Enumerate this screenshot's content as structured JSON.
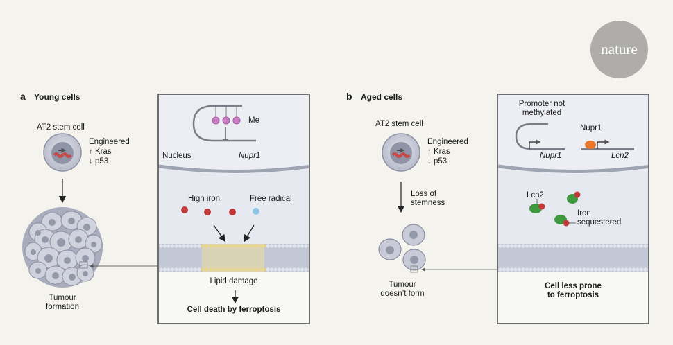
{
  "logo": {
    "text": "nature"
  },
  "panel_a": {
    "letter": "a",
    "title": "Young cells",
    "stem_cell_label": "AT2 stem cell",
    "engineered": "Engineered",
    "kras": "↑ Kras",
    "p53": "↓ p53",
    "outcome": [
      "Tumour",
      "formation"
    ],
    "inset": {
      "methyl_label": "Me",
      "nucleus_label": "Nucleus",
      "gene_label": "Nupr1",
      "high_iron_label": "High iron",
      "free_radical_label": "Free radical",
      "lipid_damage_label": "Lipid damage",
      "result_label": "Cell death by ferroptosis"
    }
  },
  "panel_b": {
    "letter": "b",
    "title": "Aged cells",
    "stem_cell_label": "AT2 stem cell",
    "engineered": "Engineered",
    "kras": "↑ Kras",
    "p53": "↓ p53",
    "arrow_label": [
      "Loss of",
      "stemness"
    ],
    "outcome": [
      "Tumour",
      "doesn’t form"
    ],
    "inset": {
      "promoter_label": [
        "Promoter not",
        "methylated"
      ],
      "nupr1_gene_label": "Nupr1",
      "nupr1_protein_label": "Nupr1",
      "lcn2_gene_label": "Lcn2",
      "lcn2_protein_label": "Lcn2",
      "iron_label": [
        "Iron",
        "sequestered"
      ],
      "result_label": [
        "Cell less prone",
        "to ferroptosis"
      ]
    }
  },
  "colors": {
    "background": "#f4f3ee",
    "iron": "#c0393b",
    "free_radical": "#8ec5e6",
    "methyl": "#c77dc0",
    "lipid_damaged": "#f2cf57",
    "membrane": "#b9bfcf",
    "lcn2": "#3f9a3f",
    "nupr1_protein": "#e8772a",
    "logo_bg": "#aeadaa"
  }
}
